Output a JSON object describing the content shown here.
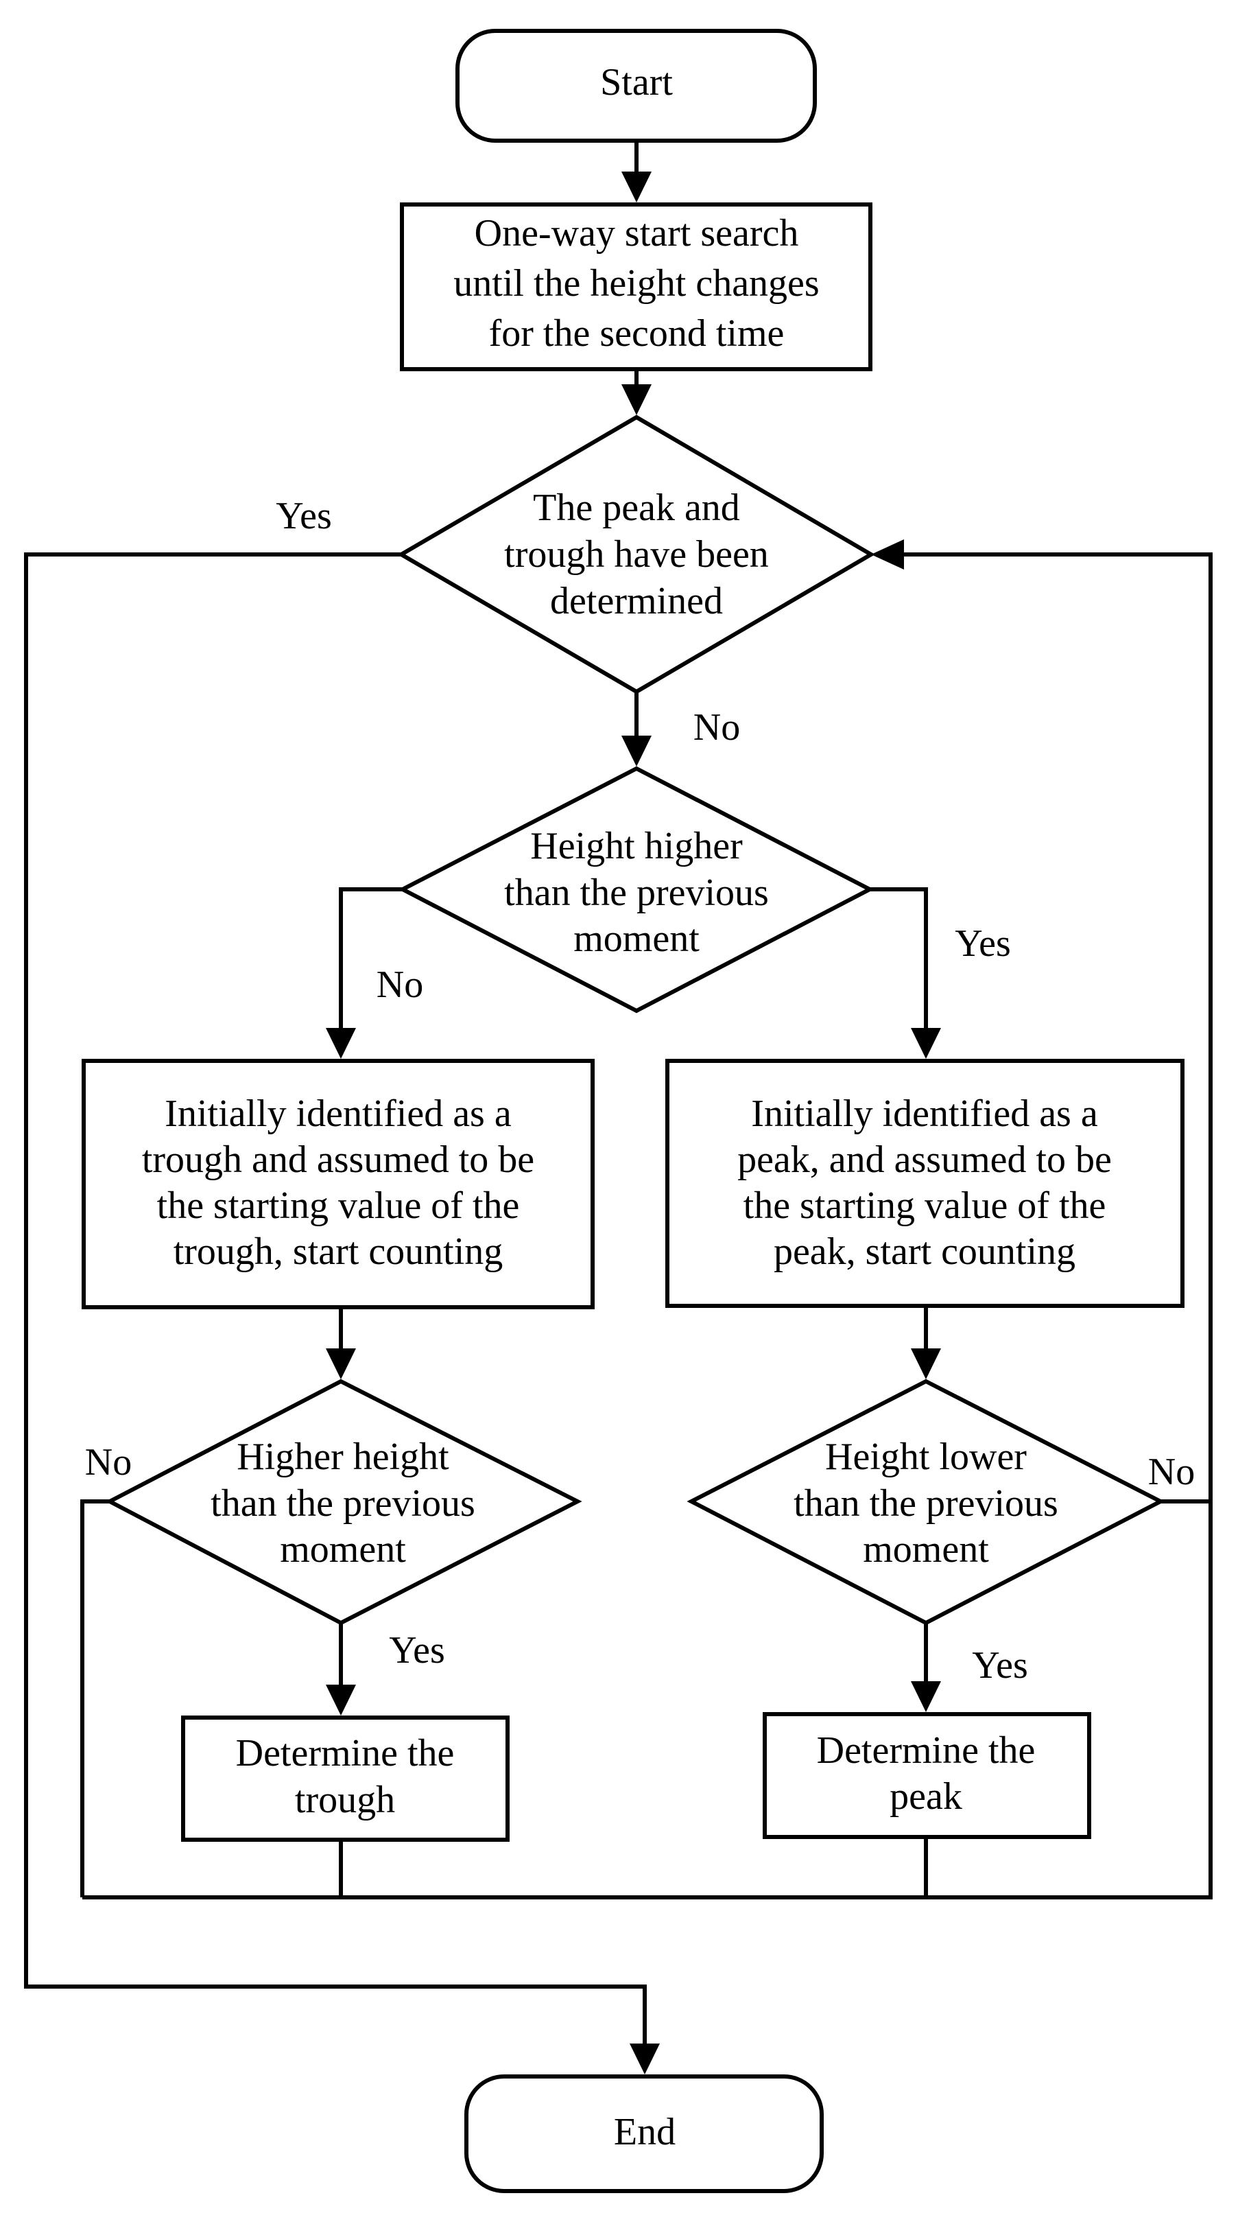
{
  "nodes": {
    "start": {
      "lines": [
        "Start"
      ]
    },
    "search": {
      "lines": [
        "One-way start search",
        "until the height changes",
        "for the second time"
      ]
    },
    "decision_determined": {
      "lines": [
        "The peak and",
        "trough have been",
        "determined"
      ]
    },
    "decision_higher": {
      "lines": [
        "Height higher",
        "than the previous",
        "moment"
      ]
    },
    "trough_process": {
      "lines": [
        "Initially identified as a",
        "trough and assumed to be",
        "the starting value of the",
        "trough, start counting"
      ]
    },
    "peak_process": {
      "lines": [
        "Initially identified as a",
        "peak, and assumed to be",
        "the starting value of the",
        "peak, start counting"
      ]
    },
    "decision_trough": {
      "lines": [
        "Higher height",
        "than the previous",
        "moment"
      ]
    },
    "decision_peak": {
      "lines": [
        "Height lower",
        "than the previous",
        "moment"
      ]
    },
    "determine_trough": {
      "lines": [
        "Determine the",
        "trough"
      ]
    },
    "determine_peak": {
      "lines": [
        "Determine the",
        "peak"
      ]
    },
    "end": {
      "lines": [
        "End"
      ]
    }
  },
  "edge_labels": {
    "determined_yes": "Yes",
    "determined_no": "No",
    "higher_no": "No",
    "higher_yes": "Yes",
    "trough_no": "No",
    "trough_yes": "Yes",
    "peak_no": "No",
    "peak_yes": "Yes"
  }
}
